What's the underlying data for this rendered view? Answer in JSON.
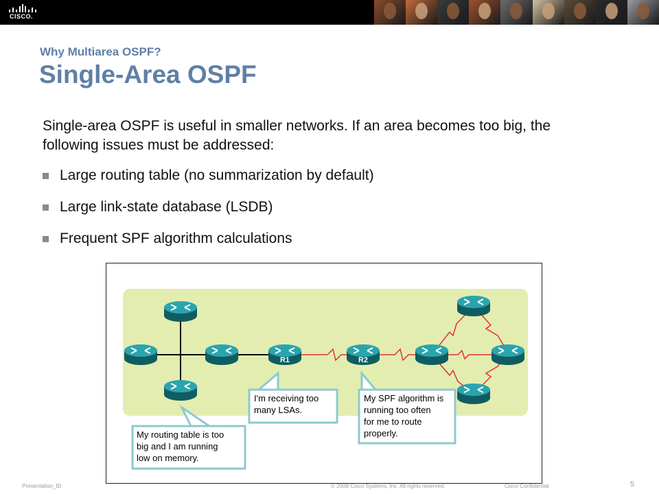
{
  "header": {
    "logo_text": "CISCO.",
    "logo_icon": "cisco-bridge-logo",
    "photo_colors": [
      "#8a4a2a",
      "#c06a3a",
      "#3a3a3a",
      "#a0522d",
      "#6b6b6b",
      "#d0c0a0",
      "#5a4a3a",
      "#2a2a2a",
      "#9a9aa0"
    ]
  },
  "slide": {
    "subtitle": "Why Multiarea OSPF?",
    "title": "Single-Area OSPF",
    "intro": "Single-area OSPF is useful in smaller networks. If an area becomes too big, the following issues must be addressed:",
    "bullets": [
      "Large routing table (no summarization by default)",
      "Large link-state database (LSDB)",
      "Frequent SPF algorithm calculations"
    ]
  },
  "diagram": {
    "router_labels": {
      "r1": "R1",
      "r2": "R2"
    },
    "callouts": {
      "left": [
        "My routing table is too",
        "big and I am running",
        "low on memory."
      ],
      "middle": [
        "I'm receiving too",
        "many LSAs."
      ],
      "right": [
        "My SPF algorithm is",
        "running too often",
        "for me to route",
        "properly."
      ]
    },
    "colors": {
      "area": "#e3edb0",
      "router": "#1f8a91",
      "serial_link": "#e0303a",
      "ethernet_link": "#000000",
      "callout_fill": "#ffffff",
      "callout_border": "#8cc9d0"
    }
  },
  "footer": {
    "presentation_id": "Presentation_ID",
    "copyright": "© 2008 Cisco Systems, Inc. All rights reserved.",
    "confidential": "Cisco Confidential",
    "page_number": "5"
  }
}
